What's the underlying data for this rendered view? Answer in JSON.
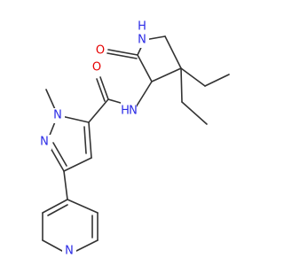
{
  "molecule": {
    "colors": {
      "bond": "#333333",
      "nitrogen": "#2a2ae6",
      "oxygen": "#e60000"
    },
    "atoms": {
      "amide_n": "N",
      "amide_h": "H",
      "ring_nh_n": "N",
      "ring_nh_h": "H",
      "lactam_o": "O",
      "amide_o": "O",
      "pyrazole_n1": "N",
      "pyrazole_n2": "N",
      "pyridine_n": "N"
    }
  }
}
